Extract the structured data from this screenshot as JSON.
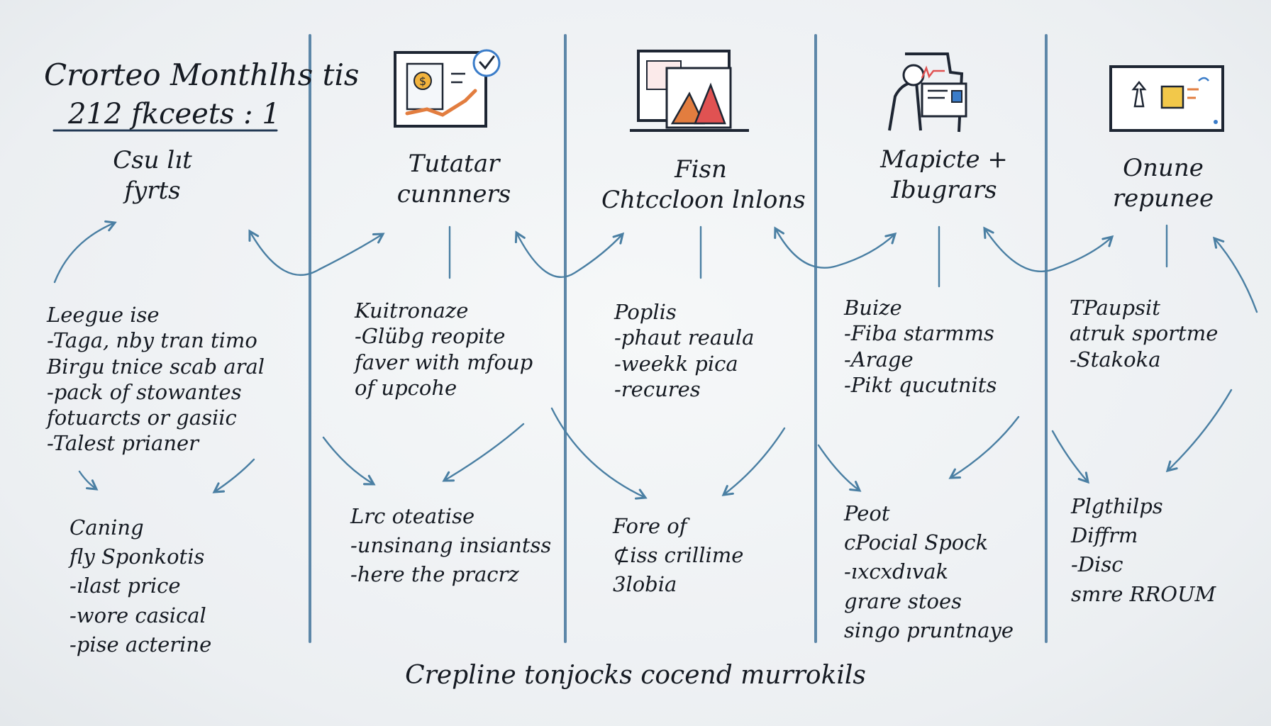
{
  "header": {
    "title_line1": "Crorteo Monthlhs tis",
    "title_line2": "212 fkcеets : 1"
  },
  "columns": [
    {
      "icon": "sticky-notes-icon",
      "title": "Csu lıt\nfyrts",
      "middle": "Leegue ise\n-Taga, nby tran timo\nBirgu tnice scab aral\n-pack of stowantes\nfotuarcts or gasiic\n-Talest prianer",
      "bottom": "Caning\nfly Sponkotis\n-ılast price\n-wore casical\n-pise acterine"
    },
    {
      "icon": "coin-growth-chart-icon",
      "title": "Tutatar\ncunnners",
      "middle": "Kuitronaze\n-Glübg reopite\nfaver with mfoup\nof upcohe",
      "bottom": "Lrc oteatise\n-unsinang insiantss\n-here the pracrz"
    },
    {
      "icon": "shapes-picture-icon",
      "title": "Fisn\nChtccloon lnlons",
      "middle": "Poplis\n-phaut reaula\n-weekk pica\n-recures",
      "bottom": "Fore of\n⊄iss crillime\n3lobia"
    },
    {
      "icon": "person-at-desk-icon",
      "title": "Mapicte +\nIbugrars",
      "middle": "Buize\n-Fiba starmms\n-Arage\n-Pikt qucutnits",
      "bottom": "Peot\ncPocial Spock\n-ıxcxdıvak\ngrare stoes\nsingo pruntnaye"
    },
    {
      "icon": "whiteboard-icon",
      "title": "Onune\nrepunee",
      "middle": "TPaupsit\natruk sportme\n-Stakoka",
      "bottom": "Plgthilps\nDiffrm\n-Disc\nsmre RROUM"
    }
  ],
  "footer": "Crepline tonjocks cocend murrokils",
  "colors": {
    "ink": "#151a22",
    "arrow": "#4a7fa3",
    "divider": "#5d87a8",
    "accent_orange": "#e27d3f",
    "accent_red": "#e05252",
    "accent_blue": "#3a7cc9"
  }
}
